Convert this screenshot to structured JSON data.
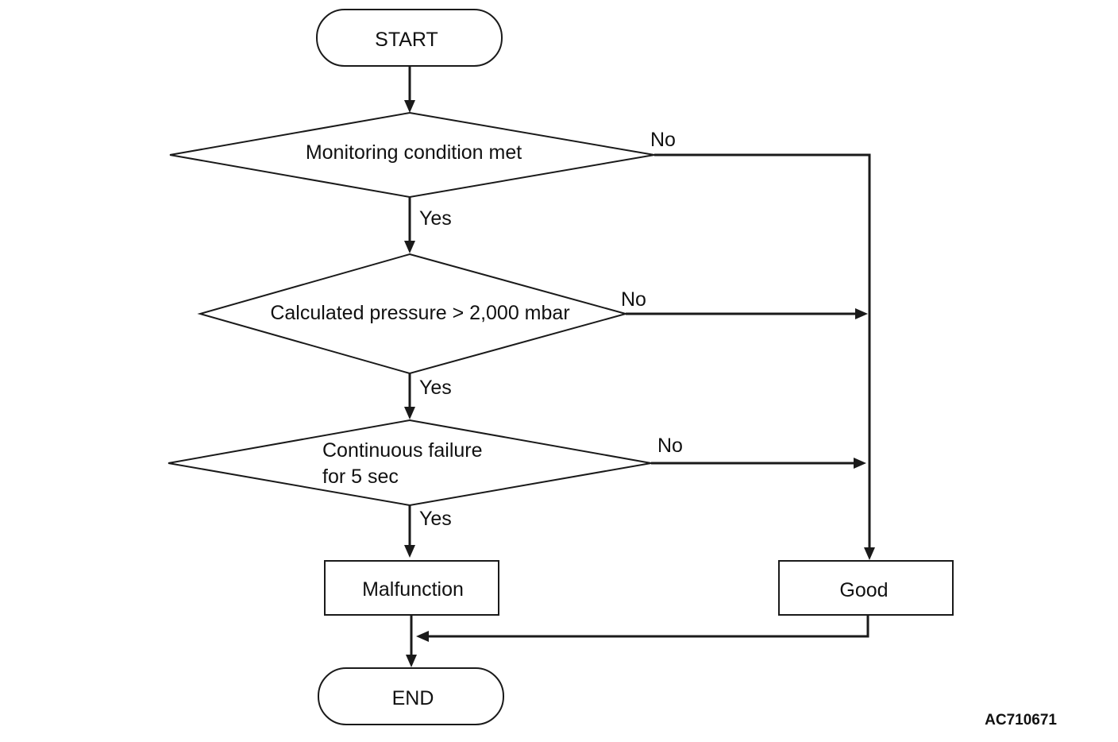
{
  "nodes": {
    "start": "START",
    "decision1": "Monitoring condition met",
    "decision2": "Calculated pressure > 2,000 mbar",
    "decision3_line1": "Continuous failure",
    "decision3_line2": "for 5 sec",
    "malfunction": "Malfunction",
    "good": "Good",
    "end": "END"
  },
  "edges": {
    "d1_no": "No",
    "d1_yes": "Yes",
    "d2_no": "No",
    "d2_yes": "Yes",
    "d3_no": "No",
    "d3_yes": "Yes"
  },
  "figure_ref": "AC710671"
}
